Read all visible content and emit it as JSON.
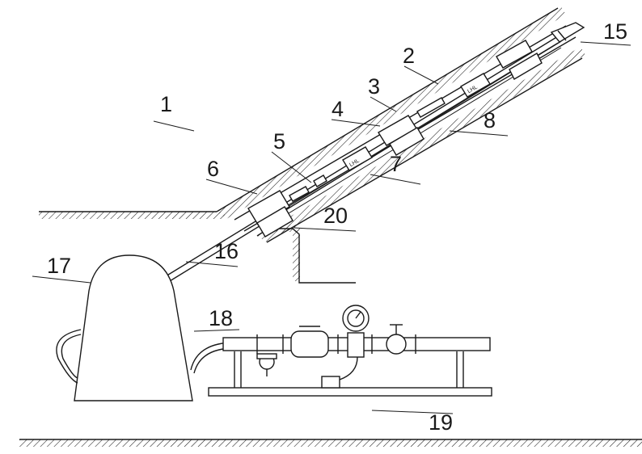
{
  "labels": {
    "l1": "1",
    "l2": "2",
    "l3": "3",
    "l4": "4",
    "l5": "5",
    "l6": "6",
    "l7": "7",
    "l8": "8",
    "l15": "15",
    "l16": "16",
    "l17": "17",
    "l18": "18",
    "l19": "19",
    "l20": "20"
  },
  "packer_text": "LHL"
}
